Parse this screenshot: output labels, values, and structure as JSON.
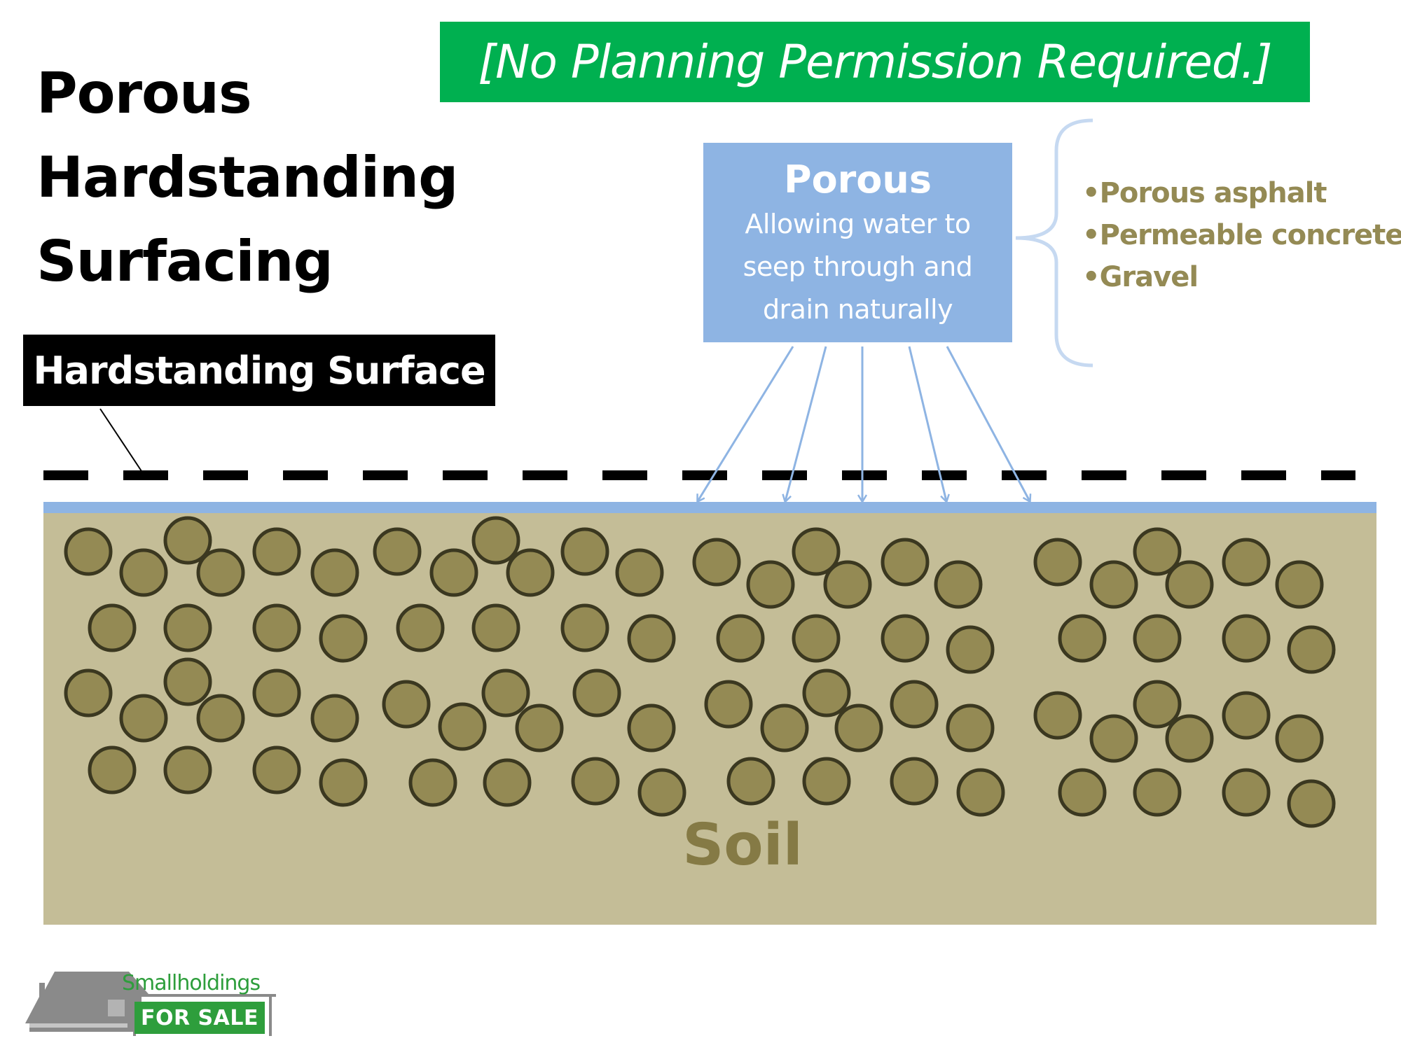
{
  "title": {
    "line1": "Porous",
    "line2": "Hardstanding",
    "line3": "Surfacing"
  },
  "banner": {
    "text": "[No Planning Permission Required.]"
  },
  "surface_label": {
    "text": "Hardstanding Surface"
  },
  "porous_box": {
    "heading": "Porous",
    "desc_line1": "Allowing water to",
    "desc_line2": "seep through and",
    "desc_line3": "drain naturally"
  },
  "examples": [
    "•Porous asphalt",
    "•Permeable concrete",
    "•Gravel"
  ],
  "soil": {
    "label": "Soil"
  },
  "logo": {
    "name": "Smallholdings",
    "badge": "FOR SALE"
  },
  "colors": {
    "banner": "#00b050",
    "porous_box": "#8eb4e3",
    "soil": "#c4bd97",
    "stone_fill": "#948a54",
    "stone_outline": "#3b3820",
    "surface_line": "#8eb4e3",
    "example_text": "#948a54",
    "logo_green": "#2e9e3c"
  },
  "icons": {
    "logo": "house-icon"
  }
}
